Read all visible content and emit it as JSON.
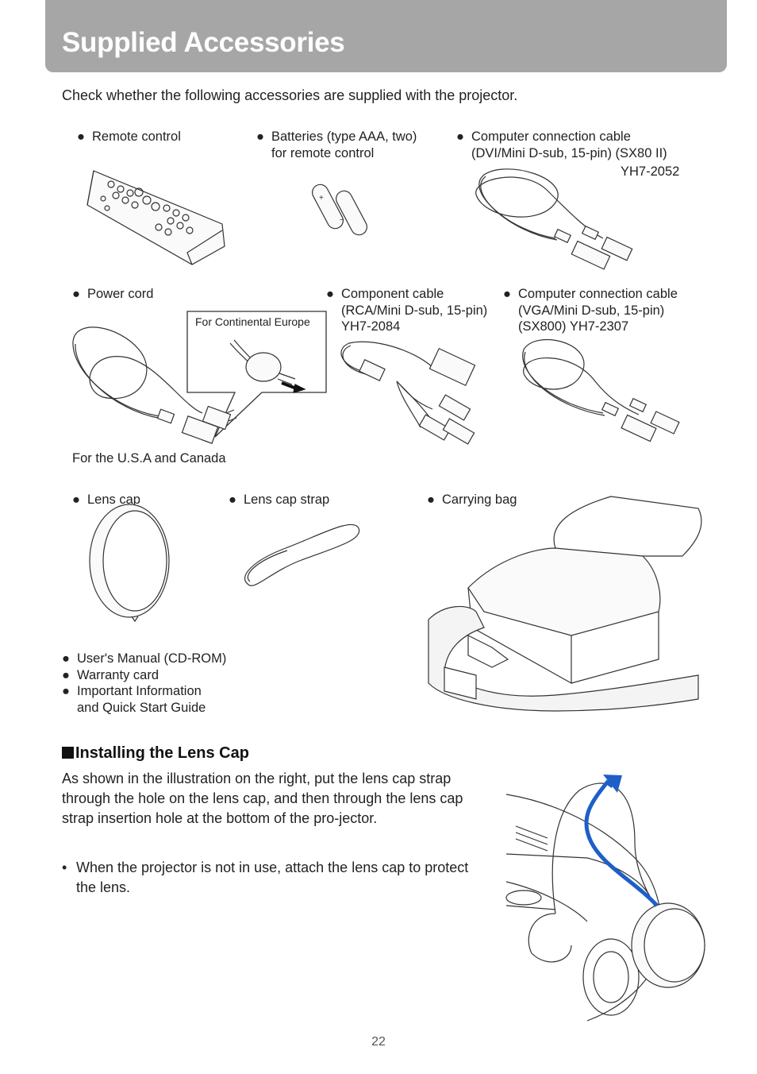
{
  "header": {
    "title": "Supplied Accessories",
    "bg_color": "#a6a6a6"
  },
  "intro": "Check whether the following accessories are supplied with the projector.",
  "bullet": "●",
  "accessories": {
    "remote": "Remote control",
    "batteries": "Batteries (type AAA, two)\nfor remote control",
    "dvi_cable": "Computer connection cable\n(DVI/Mini D-sub, 15-pin) (SX80 II)",
    "dvi_cable_pn": "YH7-2052",
    "power_cord": "Power cord",
    "component_cable": "Component cable\n(RCA/Mini D-sub, 15-pin)\nYH7-2084",
    "vga_cable": "Computer connection cable\n(VGA/Mini D-sub, 15-pin)\n(SX800) YH7-2307",
    "continental_label": "For Continental Europe",
    "usa_label": "For the U.S.A and Canada",
    "lens_cap": "Lens cap",
    "lens_cap_strap": "Lens cap strap",
    "carrying_bag": "Carrying bag",
    "documents": [
      "User's Manual (CD-ROM)",
      "Warranty card",
      "Important Information\nand Quick Start Guide"
    ]
  },
  "section": {
    "title": "Installing the Lens Cap",
    "paragraph": "As shown in the illustration on the right, put the lens cap strap through the hole on the lens cap, and then through the lens cap strap insertion hole at the bottom of the pro-jector.",
    "note_bullet": "•",
    "note": "When the projector is not in use, attach the lens cap to protect the lens."
  },
  "page_number": "22",
  "colors": {
    "arrow": "#1e5fc8",
    "line": "#333333"
  }
}
